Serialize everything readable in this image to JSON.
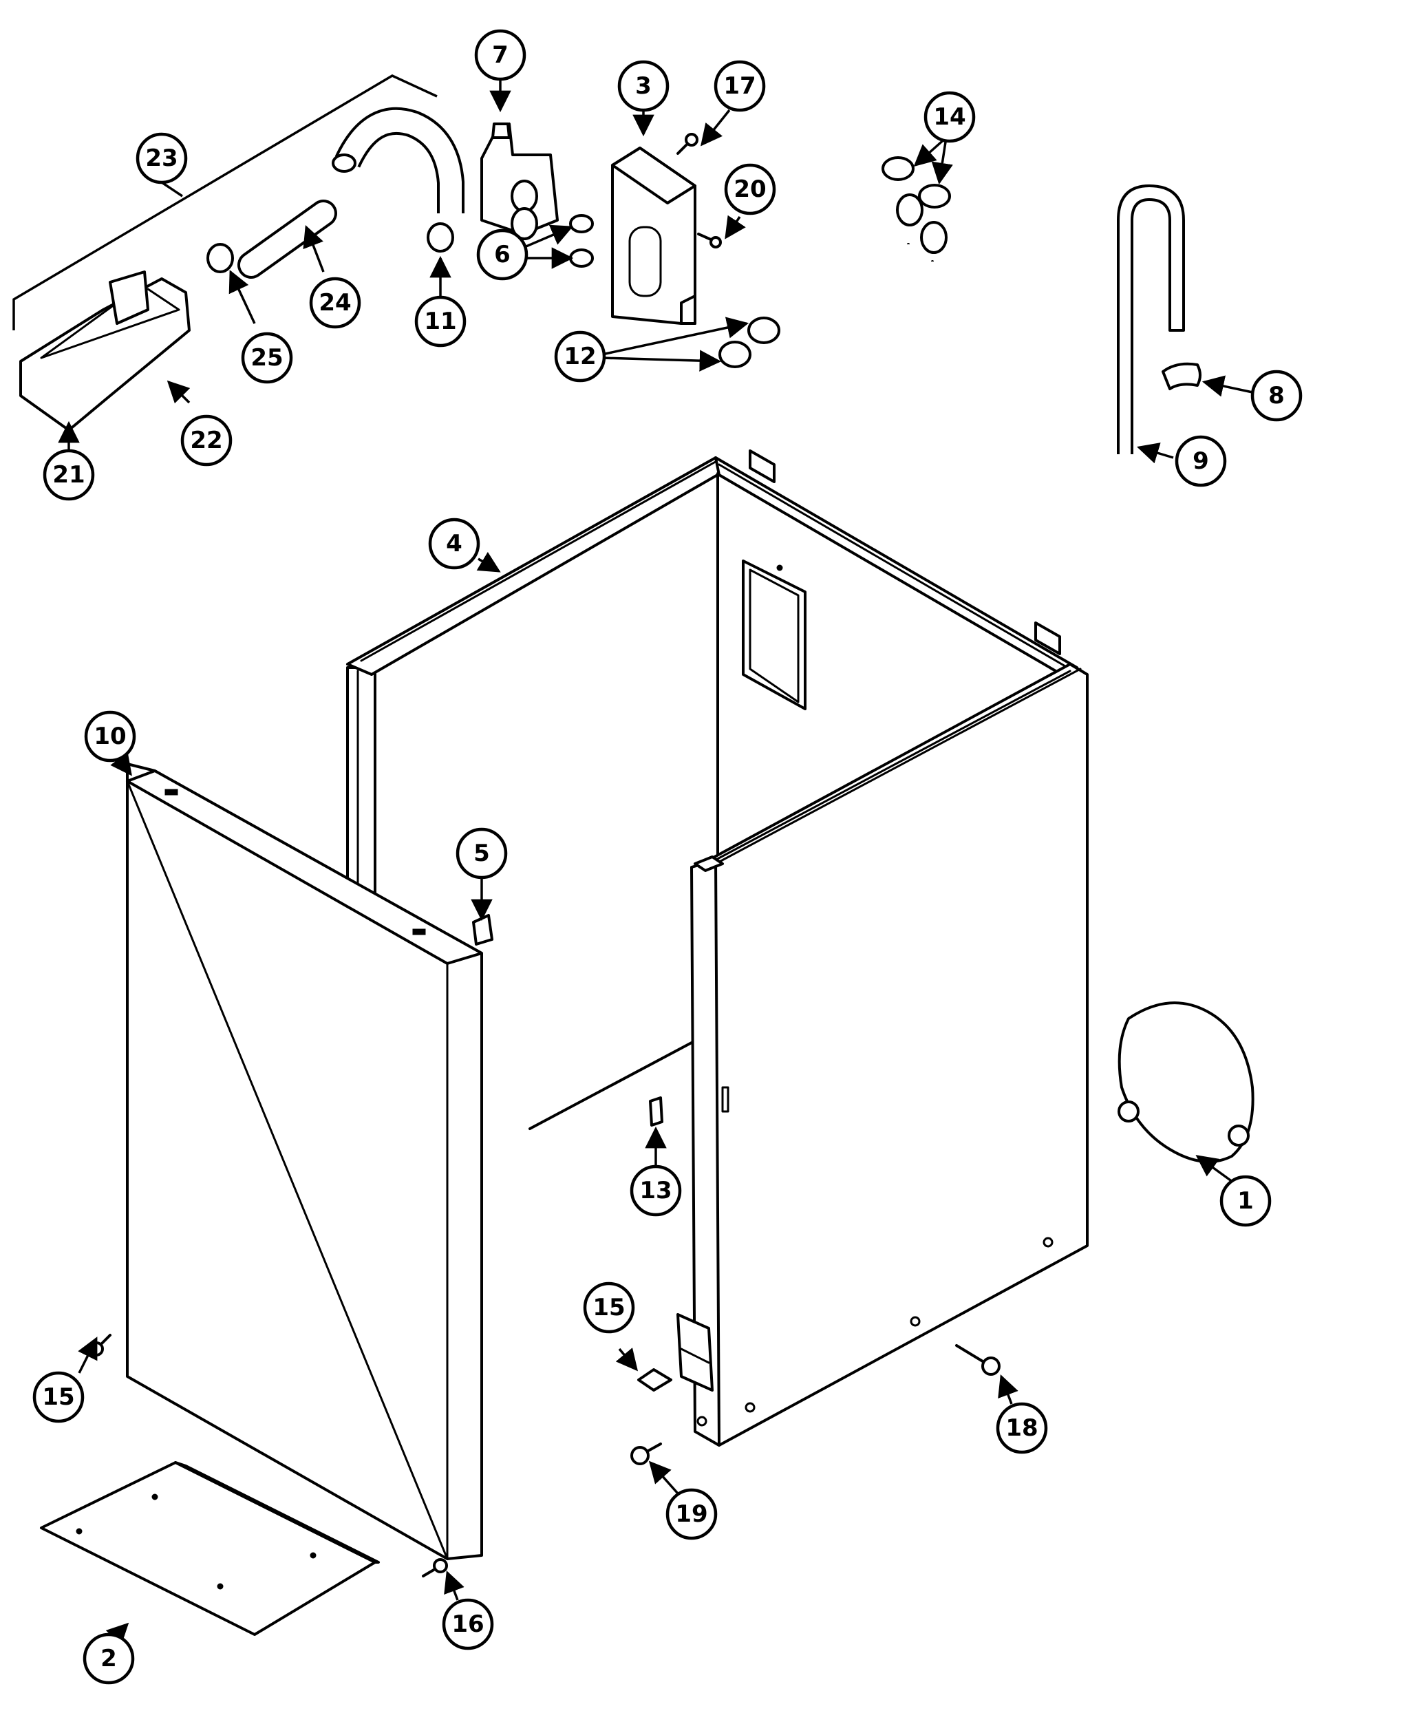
{
  "diagram": {
    "colors": {
      "ink": "#000000",
      "paper": "#ffffff"
    },
    "callouts": {
      "c1": "1",
      "c2": "2",
      "c3": "3",
      "c4": "4",
      "c5": "5",
      "c6": "6",
      "c7": "7",
      "c8": "8",
      "c9": "9",
      "c10": "10",
      "c11": "11",
      "c12": "12",
      "c13": "13",
      "c14": "14",
      "c15a": "15",
      "c15b": "15",
      "c16": "16",
      "c17": "17",
      "c18": "18",
      "c19": "19",
      "c20": "20",
      "c21": "21",
      "c22": "22",
      "c23": "23",
      "c24": "24",
      "c25": "25"
    }
  }
}
